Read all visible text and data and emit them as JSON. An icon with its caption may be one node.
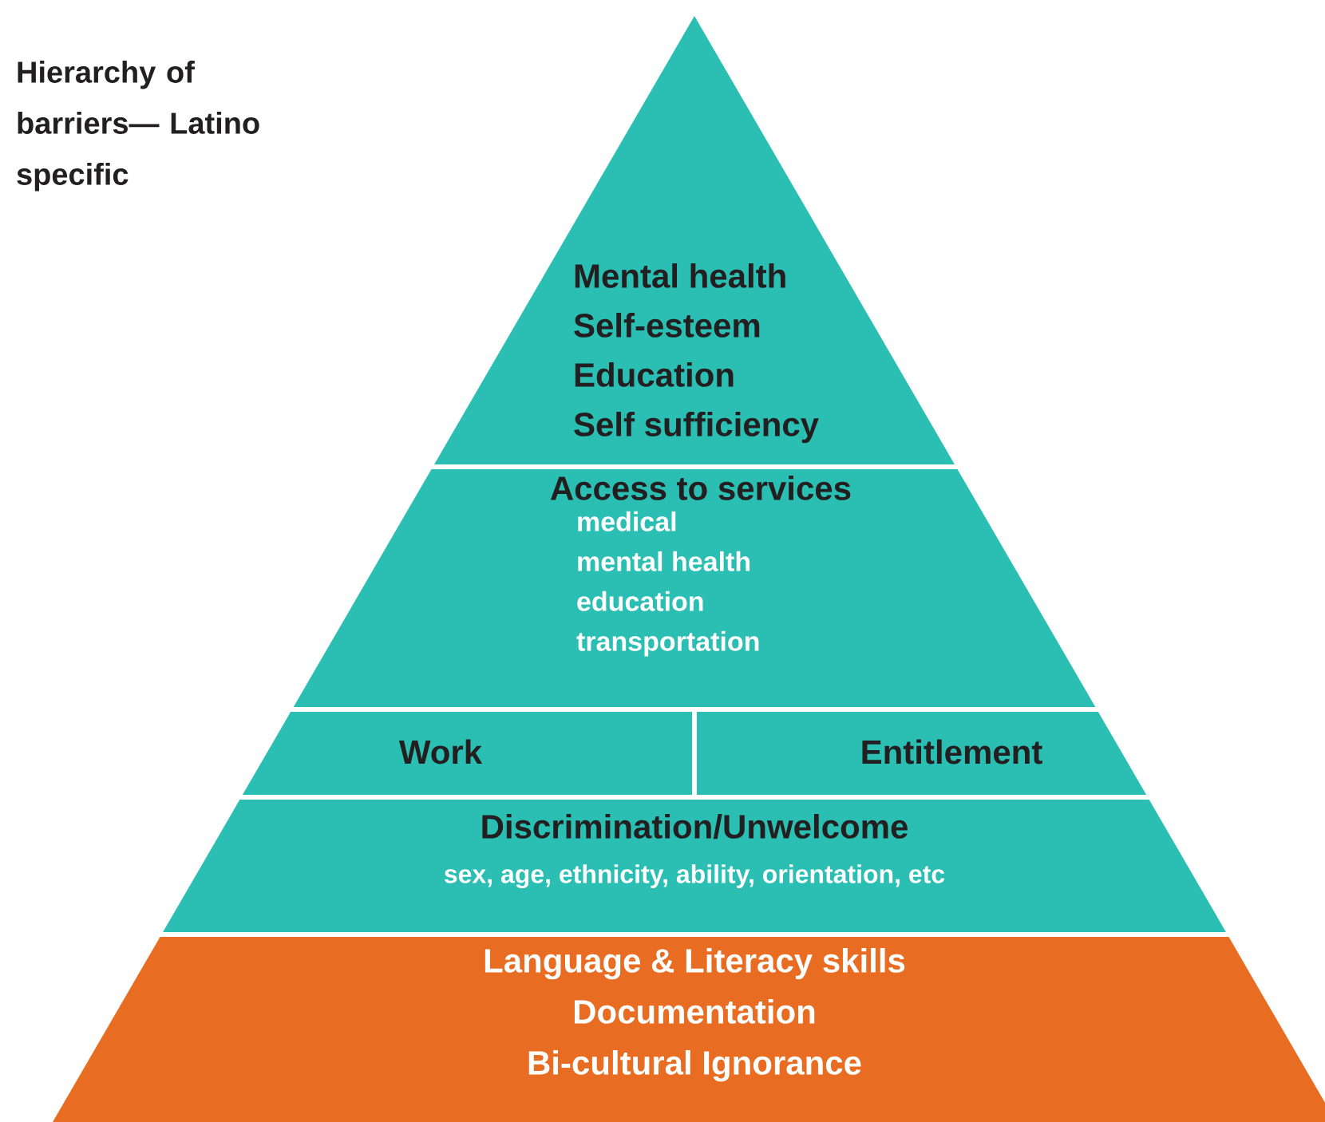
{
  "diagram": {
    "title": "Hierarchy of barriers— Latino specific",
    "nodes": [
      {
        "text": [
          "Mental health",
          "Self-esteem",
          "Education",
          "Self sufficiency"
        ]
      },
      {
        "text": [
          "Access to services",
          "medical",
          "mental health",
          "education",
          "transportation"
        ]
      },
      {
        "text": [
          "Work"
        ]
      },
      {
        "text": [
          "Entitlement"
        ]
      },
      {
        "text": [
          "Discrimination/Unwelcome",
          "sex, age, ethnicity, ability, orientation, etc"
        ]
      },
      {
        "text": [
          "Language & Literacy skills",
          "Documentation",
          "Bi-cultural Ignorance"
        ]
      }
    ]
  }
}
